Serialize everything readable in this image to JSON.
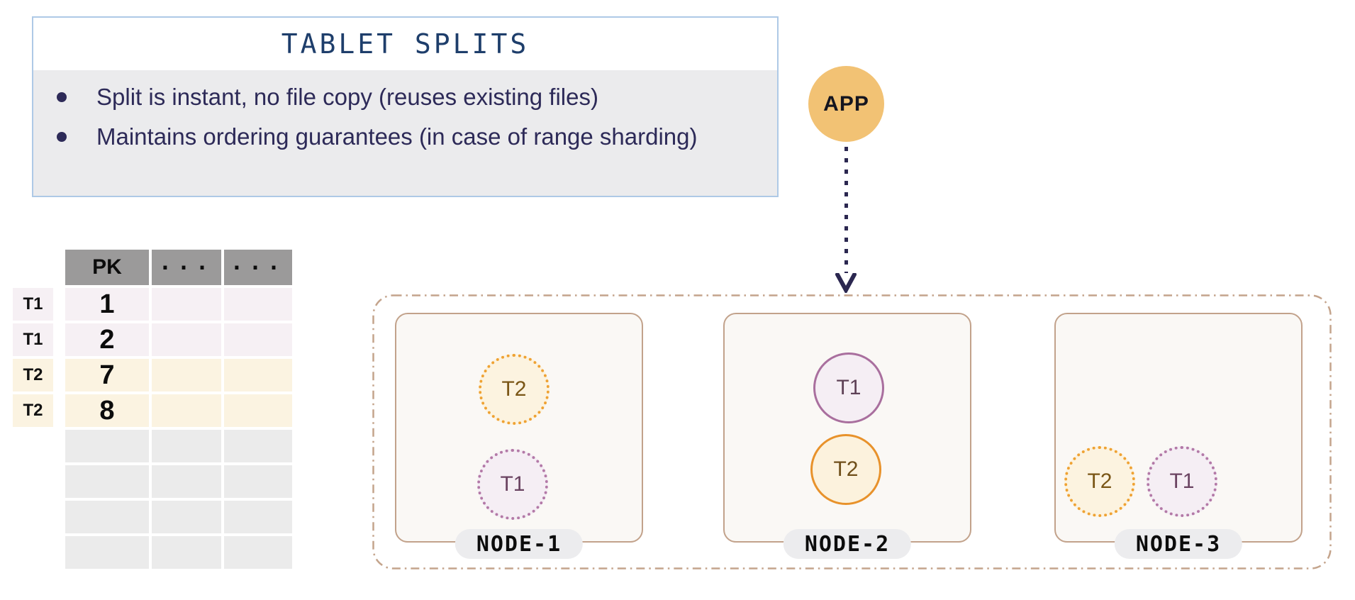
{
  "info_box": {
    "title": "TABLET SPLITS",
    "bullets": [
      "Split is instant, no file copy (reuses existing files)",
      "Maintains ordering guarantees (in case of range sharding)"
    ]
  },
  "app": {
    "label": "APP"
  },
  "table": {
    "headers": [
      "PK",
      "...",
      "..."
    ],
    "rows": [
      {
        "label": "T1",
        "pk": "1",
        "style": "t1"
      },
      {
        "label": "T1",
        "pk": "2",
        "style": "t1"
      },
      {
        "label": "T2",
        "pk": "7",
        "style": "t2"
      },
      {
        "label": "T2",
        "pk": "8",
        "style": "t2"
      },
      {
        "label": "",
        "pk": "",
        "style": "empty"
      },
      {
        "label": "",
        "pk": "",
        "style": "empty"
      },
      {
        "label": "",
        "pk": "",
        "style": "empty"
      },
      {
        "label": "",
        "pk": "",
        "style": "empty"
      }
    ]
  },
  "cluster": {
    "nodes": [
      {
        "name": "NODE-1",
        "tablets": [
          {
            "label": "T2",
            "color": "orange",
            "style": "dotted"
          },
          {
            "label": "T1",
            "color": "purple",
            "style": "dotted"
          }
        ]
      },
      {
        "name": "NODE-2",
        "tablets": [
          {
            "label": "T1",
            "color": "purple",
            "style": "solid"
          },
          {
            "label": "T2",
            "color": "orange",
            "style": "solid"
          }
        ]
      },
      {
        "name": "NODE-3",
        "tablets": [
          {
            "label": "T2",
            "color": "orange",
            "style": "dotted"
          },
          {
            "label": "T1",
            "color": "purple",
            "style": "dotted"
          }
        ]
      }
    ]
  },
  "colors": {
    "title_navy": "#1e3e6b",
    "body_text": "#2d2a58",
    "info_border_blue": "#aec9e6",
    "info_body_gray": "#ebebed",
    "table_header_gray": "#9b9a9a",
    "t1_row": "#f6f0f4",
    "t2_row": "#fbf3e1",
    "empty_row": "#ebebeb",
    "app_orange": "#f2c274",
    "arrow_navy": "#2b2750",
    "cluster_border_tan": "#c4a48c",
    "node_border": "#c2a28b",
    "node_fill": "#faf8f5",
    "pill_gray": "#ececee",
    "tablet_orange": "#efa233",
    "tablet_purple": "#b379a7"
  }
}
